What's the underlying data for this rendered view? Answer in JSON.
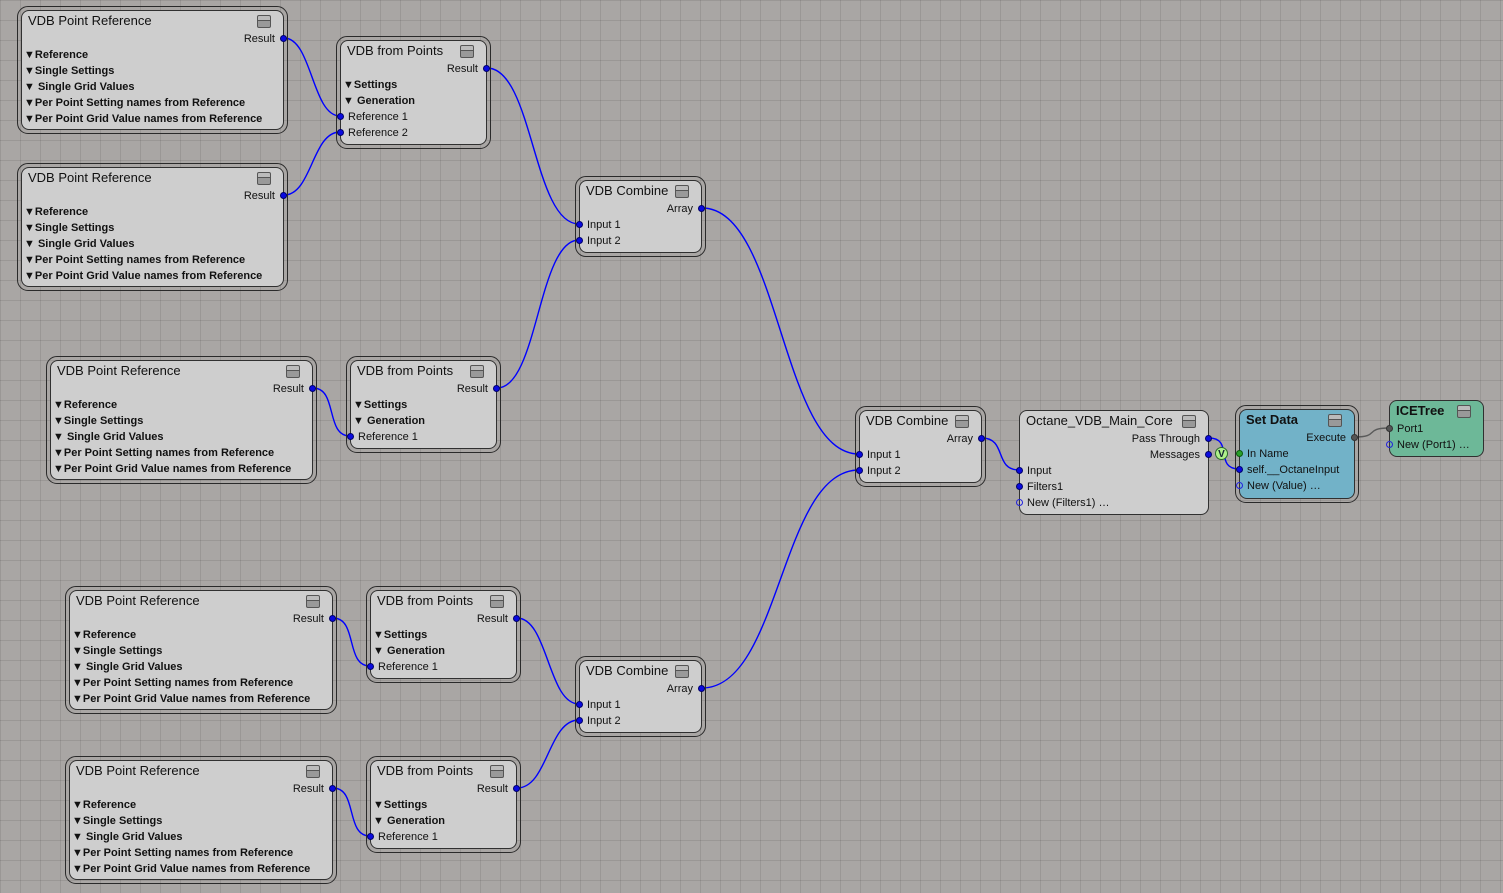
{
  "nodes": [
    {
      "id": "vpr1",
      "title": "VDB Point Reference",
      "rows": [
        {
          "t": "out",
          "label": "Result"
        },
        {
          "t": "header",
          "label": "▼Reference"
        },
        {
          "t": "header",
          "label": "▼Single Settings"
        },
        {
          "t": "header",
          "label": "▼  Single Grid Values"
        },
        {
          "t": "header",
          "label": "▼Per Point Setting names from Reference"
        },
        {
          "t": "header",
          "label": "▼Per Point Grid Value names from Reference"
        }
      ]
    },
    {
      "id": "vfp1",
      "title": "VDB from Points",
      "rows": [
        {
          "t": "out",
          "label": "Result"
        },
        {
          "t": "header",
          "label": "▼Settings"
        },
        {
          "t": "header",
          "label": "▼  Generation"
        },
        {
          "t": "in",
          "label": "Reference 1"
        },
        {
          "t": "in",
          "label": "Reference 2"
        }
      ]
    },
    {
      "id": "vpr2",
      "title": "VDB Point Reference",
      "rows": [
        {
          "t": "out",
          "label": "Result"
        },
        {
          "t": "header",
          "label": "▼Reference"
        },
        {
          "t": "header",
          "label": "▼Single Settings"
        },
        {
          "t": "header",
          "label": "▼  Single Grid Values"
        },
        {
          "t": "header",
          "label": "▼Per Point Setting names from Reference"
        },
        {
          "t": "header",
          "label": "▼Per Point Grid Value names from Reference"
        }
      ]
    },
    {
      "id": "vc1",
      "title": "VDB Combine",
      "rows": [
        {
          "t": "out",
          "label": "Array"
        },
        {
          "t": "in",
          "label": "Input 1"
        },
        {
          "t": "in",
          "label": "Input 2"
        }
      ]
    },
    {
      "id": "vpr3",
      "title": "VDB Point Reference",
      "rows": [
        {
          "t": "out",
          "label": "Result"
        },
        {
          "t": "header",
          "label": "▼Reference"
        },
        {
          "t": "header",
          "label": "▼Single Settings"
        },
        {
          "t": "header",
          "label": "▼  Single Grid Values"
        },
        {
          "t": "header",
          "label": "▼Per Point Setting names from Reference"
        },
        {
          "t": "header",
          "label": "▼Per Point Grid Value names from Reference"
        }
      ]
    },
    {
      "id": "vfp2",
      "title": "VDB from Points",
      "rows": [
        {
          "t": "out",
          "label": "Result"
        },
        {
          "t": "header",
          "label": "▼Settings"
        },
        {
          "t": "header",
          "label": "▼  Generation"
        },
        {
          "t": "in",
          "label": "Reference 1"
        }
      ]
    },
    {
      "id": "vc2",
      "title": "VDB Combine",
      "rows": [
        {
          "t": "out",
          "label": "Array"
        },
        {
          "t": "in",
          "label": "Input 1"
        },
        {
          "t": "in",
          "label": "Input 2"
        }
      ]
    },
    {
      "id": "oct",
      "title": "Octane_VDB_Main_Core",
      "rows": [
        {
          "t": "out",
          "label": "Pass Through"
        },
        {
          "t": "out",
          "label": "Messages"
        },
        {
          "t": "in",
          "label": "Input"
        },
        {
          "t": "in",
          "label": "Filters1"
        },
        {
          "t": "new",
          "label": "New (Filters1) …"
        }
      ]
    },
    {
      "id": "set",
      "title": "Set Data",
      "rows": [
        {
          "t": "out",
          "label": "Execute",
          "port": "gray"
        },
        {
          "t": "in",
          "label": "In Name",
          "port": "green"
        },
        {
          "t": "in",
          "label": "self.__OctaneInput"
        },
        {
          "t": "new",
          "label": "New (Value) …"
        }
      ]
    },
    {
      "id": "ice",
      "title": "ICETree",
      "rows": [
        {
          "t": "in",
          "label": "Port1",
          "port": "gray"
        },
        {
          "t": "new",
          "label": "New (Port1) …",
          "port": "grayhollow"
        }
      ]
    },
    {
      "id": "vpr4",
      "title": "VDB Point Reference",
      "rows": [
        {
          "t": "out",
          "label": "Result"
        },
        {
          "t": "header",
          "label": "▼Reference"
        },
        {
          "t": "header",
          "label": "▼Single Settings"
        },
        {
          "t": "header",
          "label": "▼  Single Grid Values"
        },
        {
          "t": "header",
          "label": "▼Per Point Setting names from Reference"
        },
        {
          "t": "header",
          "label": "▼Per Point Grid Value names from Reference"
        }
      ]
    },
    {
      "id": "vfp3",
      "title": "VDB from Points",
      "rows": [
        {
          "t": "out",
          "label": "Result"
        },
        {
          "t": "header",
          "label": "▼Settings"
        },
        {
          "t": "header",
          "label": "▼  Generation"
        },
        {
          "t": "in",
          "label": "Reference 1"
        }
      ]
    },
    {
      "id": "vc3",
      "title": "VDB Combine",
      "rows": [
        {
          "t": "out",
          "label": "Array"
        },
        {
          "t": "in",
          "label": "Input 1"
        },
        {
          "t": "in",
          "label": "Input 2"
        }
      ]
    },
    {
      "id": "vpr5",
      "title": "VDB Point Reference",
      "rows": [
        {
          "t": "out",
          "label": "Result"
        },
        {
          "t": "header",
          "label": "▼Reference"
        },
        {
          "t": "header",
          "label": "▼Single Settings"
        },
        {
          "t": "header",
          "label": "▼  Single Grid Values"
        },
        {
          "t": "header",
          "label": "▼Per Point Setting names from Reference"
        },
        {
          "t": "header",
          "label": "▼Per Point Grid Value names from Reference"
        }
      ]
    },
    {
      "id": "vfp4",
      "title": "VDB from Points",
      "rows": [
        {
          "t": "out",
          "label": "Result"
        },
        {
          "t": "header",
          "label": "▼Settings"
        },
        {
          "t": "header",
          "label": "▼  Generation"
        },
        {
          "t": "in",
          "label": "Reference 1"
        }
      ]
    }
  ],
  "connections": [
    {
      "from": "vpr1.0",
      "to": "vfp1.3"
    },
    {
      "from": "vpr2.0",
      "to": "vfp1.4"
    },
    {
      "from": "vfp1.0",
      "to": "vc1.1"
    },
    {
      "from": "vfp2.0",
      "to": "vc1.2"
    },
    {
      "from": "vpr3.0",
      "to": "vfp2.3"
    },
    {
      "from": "vc1.0",
      "to": "vc2.1"
    },
    {
      "from": "vc3.0",
      "to": "vc2.2"
    },
    {
      "from": "vpr4.0",
      "to": "vfp3.3"
    },
    {
      "from": "vpr5.0",
      "to": "vfp4.3"
    },
    {
      "from": "vfp3.0",
      "to": "vc3.1"
    },
    {
      "from": "vfp4.0",
      "to": "vc3.2"
    },
    {
      "from": "vc2.0",
      "to": "oct.2"
    },
    {
      "from": "oct.0",
      "to": "set.2"
    },
    {
      "from": "set.0",
      "to": "ice.0",
      "color": "#5a5a5a"
    }
  ],
  "badge": "V",
  "colors": {
    "wire": "#0000ff",
    "node": "#cecece",
    "set_data": "#72b2c8",
    "ice_tree": "#6db898"
  }
}
